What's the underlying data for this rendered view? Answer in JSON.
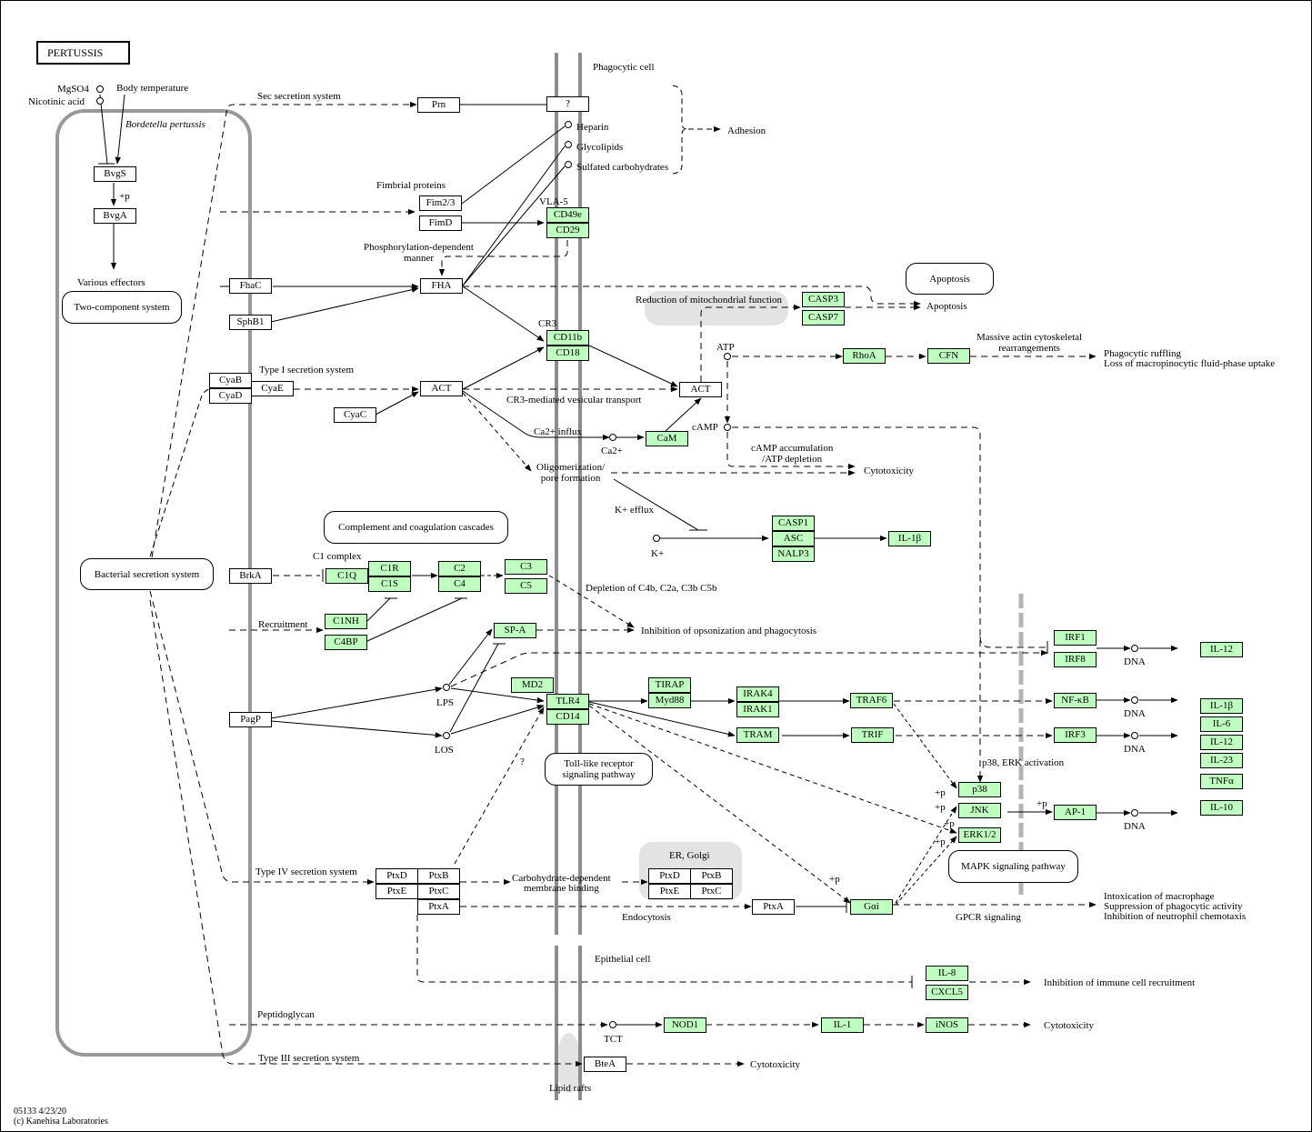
{
  "title": "PERTUSSIS",
  "footer": {
    "id_date": "05133 4/23/20",
    "copyright": "(c) Kanehisa Laboratories"
  },
  "colors": {
    "gene_fill": "#bfffbf",
    "membrane": "#8c8c8c",
    "shade": "#e3e3e3",
    "nucleus_membrane": "#b3b3b3"
  },
  "compartments": {
    "bacterium": "Bordetella pertussis",
    "phagocytic_cell": "Phagocytic cell",
    "epithelial_cell": "Epithelial cell",
    "lipid_rafts": "Lipid rafts",
    "er_golgi": "ER, Golgi"
  },
  "compounds": {
    "mgso4": "MgSO4",
    "nicotinic_acid": "Nicotinic acid",
    "heparin": "Heparin",
    "glycolipids": "Glycolipids",
    "sulfated_carbohydrates": "Sulfated carbohydrates",
    "atp": "ATP",
    "camp": "cAMP",
    "ca": "Ca2+",
    "k": "K+",
    "lps": "LPS",
    "los": "LOS",
    "tct": "TCT",
    "dna": "DNA"
  },
  "labels": {
    "body_temperature": "Body temperature",
    "sec_secretion": "Sec secretion system",
    "fimbrial_proteins": "Fimbrial proteins",
    "vla5": "VLA-5",
    "phospho_dependent": "Phosphorylation-dependent\nmanner",
    "various_effectors": "Various effectors",
    "plus_p": "+p",
    "adhesion": "Adhesion",
    "type1": "Type I secretion system",
    "cr3": "CR3",
    "cr3_transport": "CR3-mediated vesicular transport",
    "ca_influx": "Ca2+ influx",
    "oligomerization": "Oligomerization/\npore formation",
    "k_efflux": "K+ efflux",
    "reduction_mito": "Reduction of mitochondrial function",
    "apoptosis": "Apoptosis",
    "massive_actin": "Massive actin cytoskeletal\nrearrangements",
    "phagocytic_ruffling": "Phagocytic ruffling\nLoss of macropinocytic fluid-phase uptake",
    "camp_accum": "cAMP accumulation\n/ATP depletion",
    "cytotoxicity": "Cytotoxicity",
    "c1_complex": "C1 complex",
    "recruitment": "Recruitment",
    "depletion": "Depletion of C4b, C2a, C3b C5b",
    "inhibition_opsonization": "Inhibition of opsonization and phagocytosis",
    "question": "?",
    "p38_erk_activation": "p38, ERK activation",
    "type4": "Type IV secretion system",
    "carb_binding": "Carbohydrate-dependent\nmembrane binding",
    "endocytosis": "Endocytosis",
    "gpcr_signaling": "GPCR signaling",
    "intoxication": "Intoxication of macrophage\nSuppression of phagocytic activity\nInhibition of neutrophil chemotaxis",
    "inhibition_immune": "Inhibition of immune cell recruitment",
    "peptidoglycan": "Peptidoglycan",
    "type3": "Type III secretion system"
  },
  "maps": {
    "two_component": "Two-component system",
    "bacterial_secretion": "Bacterial secretion system",
    "apoptosis": "Apoptosis",
    "complement": "Complement and coagulation cascades",
    "toll_like": "Toll-like receptor\nsignaling pathway",
    "mapk": "MAPK signaling pathway"
  },
  "genes": {
    "bvgs": "BvgS",
    "bvga": "BvgA",
    "prn": "Prn",
    "unknown": "?",
    "fim23": "Fim2/3",
    "fimd": "FimD",
    "cd49e": "CD49e",
    "cd29": "CD29",
    "fhac": "FhaC",
    "fha": "FHA",
    "sphb1": "SphB1",
    "cd11b": "CD11b",
    "cd18": "CD18",
    "cyab": "CyaB",
    "cyad": "CyaD",
    "cyae": "CyaE",
    "act1": "ACT",
    "cyac": "CyaC",
    "act2": "ACT",
    "cam": "CaM",
    "casp3": "CASP3",
    "casp7": "CASP7",
    "rhoa": "RhoA",
    "cfn": "CFN",
    "casp1": "CASP1",
    "asc": "ASC",
    "nalp3": "NALP3",
    "il1b_a": "IL-1β",
    "brka": "BrkA",
    "c1q": "C1Q",
    "c1r": "C1R",
    "c1s": "C1S",
    "c2": "C2",
    "c4": "C4",
    "c3": "C3",
    "c5": "C5",
    "c1nh": "C1NH",
    "c4bp": "C4BP",
    "spa": "SP-A",
    "pagp": "PagP",
    "md2": "MD2",
    "tlr4": "TLR4",
    "cd14": "CD14",
    "tirap": "TIRAP",
    "myd88": "Myd88",
    "irak4": "IRAK4",
    "irak1": "IRAK1",
    "traf6": "TRAF6",
    "tram": "TRAM",
    "trif": "TRIF",
    "irf1": "IRF1",
    "irf8": "IRF8",
    "nfkb": "NF-κB",
    "irf3": "IRF3",
    "p38": "p38",
    "jnk": "JNK",
    "erk": "ERK1/2",
    "ap1": "AP-1",
    "il12_a": "IL-12",
    "il1b_b": "IL-1β",
    "il6": "IL-6",
    "il12_b": "IL-12",
    "il23": "IL-23",
    "tnfa": "TNFα",
    "il10": "IL-10",
    "ptxd1": "PtxD",
    "ptxb1": "PtxB",
    "ptxe1": "PtxE",
    "ptxc1": "PtxC",
    "ptxa1": "PtxA",
    "ptxd2": "PtxD",
    "ptxb2": "PtxB",
    "ptxe2": "PtxE",
    "ptxc2": "PtxC",
    "ptxa2": "PtxA",
    "gai": "Gαi",
    "il8": "IL-8",
    "cxcl5": "CXCL5",
    "nod1": "NOD1",
    "il1": "IL-1",
    "inos": "iNOS",
    "btea": "BteA"
  }
}
